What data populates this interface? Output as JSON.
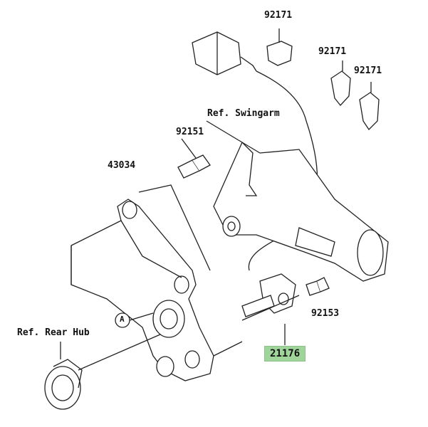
{
  "labels": {
    "clip_top": "92171",
    "clip_mid": "92171",
    "clip_right": "92171",
    "bolt_upper": "92151",
    "bracket": "43034",
    "ref_swingarm": "Ref. Swingarm",
    "ref_rear_hub": "Ref. Rear Hub",
    "marker_a": "A",
    "bolt_sensor": "92153",
    "sensor": "21176"
  },
  "highlight_color": "#9fd49a"
}
